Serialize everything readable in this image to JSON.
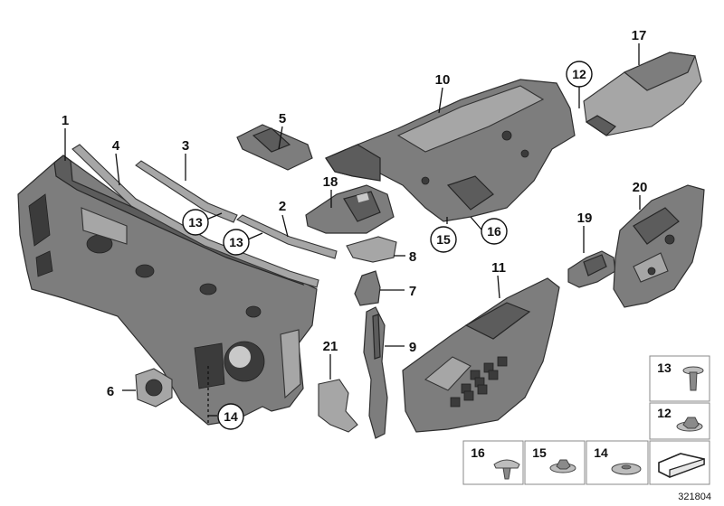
{
  "callouts": {
    "p1": "1",
    "p2": "2",
    "p3": "3",
    "p4": "4",
    "p5": "5",
    "p6": "6",
    "p7": "7",
    "p8": "8",
    "p9": "9",
    "p10": "10",
    "p11": "11",
    "p12": "12",
    "p13a": "13",
    "p13b": "13",
    "p14": "14",
    "p15": "15",
    "p16": "16",
    "p17": "17",
    "p18": "18",
    "p19": "19",
    "p20": "20",
    "p21": "21"
  },
  "fastener_boxes": {
    "b13": "13",
    "b12": "12",
    "b16": "16",
    "b15": "15",
    "b14": "14"
  },
  "document_id": "321804"
}
